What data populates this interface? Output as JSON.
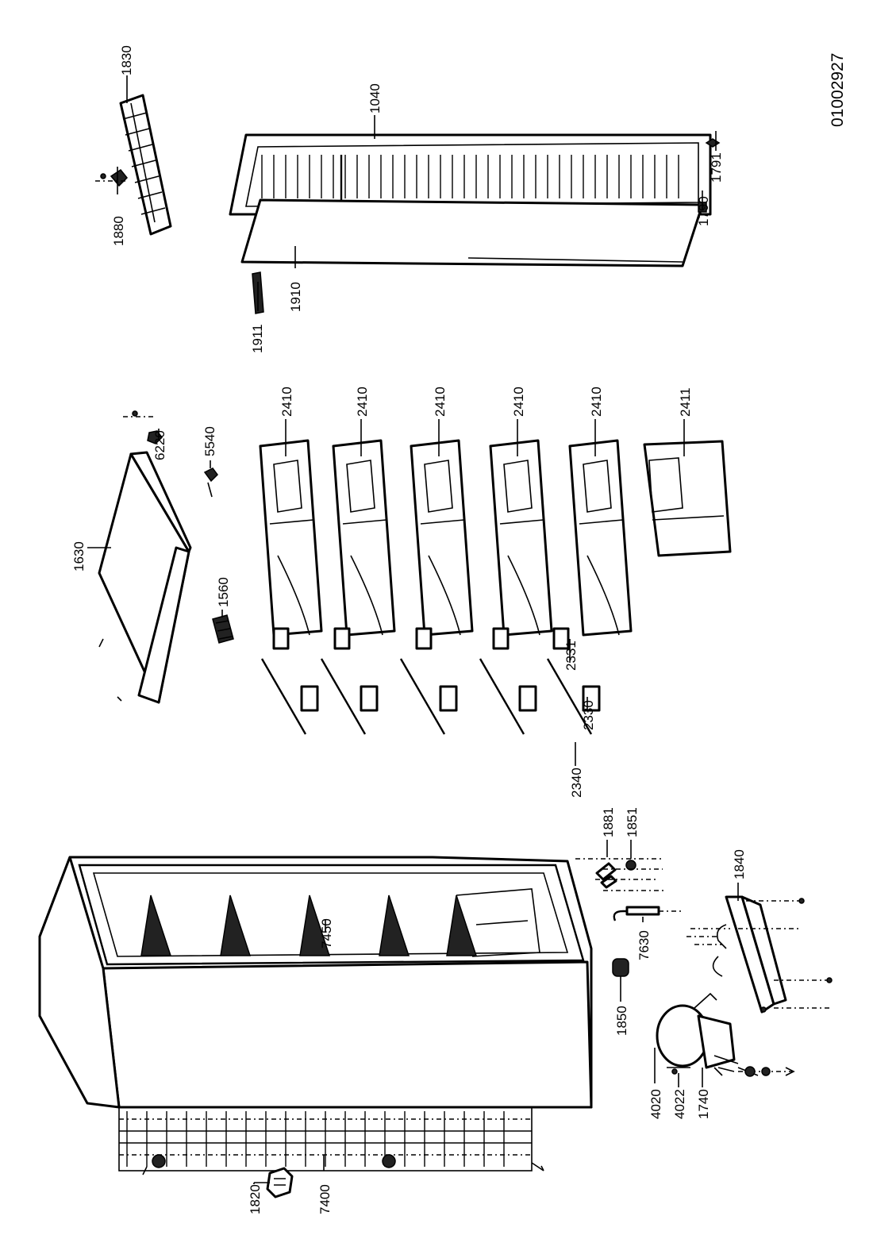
{
  "drawing": {
    "document_code": "01002927",
    "labels": {
      "p1830": "1830",
      "p1880": "1880",
      "p1040": "1040",
      "p1791": "1791",
      "p1790": "1790",
      "p1910": "1910",
      "p1911": "1911",
      "p6220": "6220",
      "p5540": "5540",
      "p1630": "1630",
      "p1560": "1560",
      "p2410a": "2410",
      "p2410b": "2410",
      "p2410c": "2410",
      "p2410d": "2410",
      "p2410e": "2410",
      "p2411": "2411",
      "p2331": "2331",
      "p2330": "2330",
      "p2340": "2340",
      "p1881": "1881",
      "p1851": "1851",
      "p1840": "1840",
      "p7450": "7450",
      "p7630": "7630",
      "p1850": "1850",
      "p4020": "4020",
      "p4022": "4022",
      "p1740": "1740",
      "p1820": "1820",
      "p7400": "7400"
    }
  }
}
